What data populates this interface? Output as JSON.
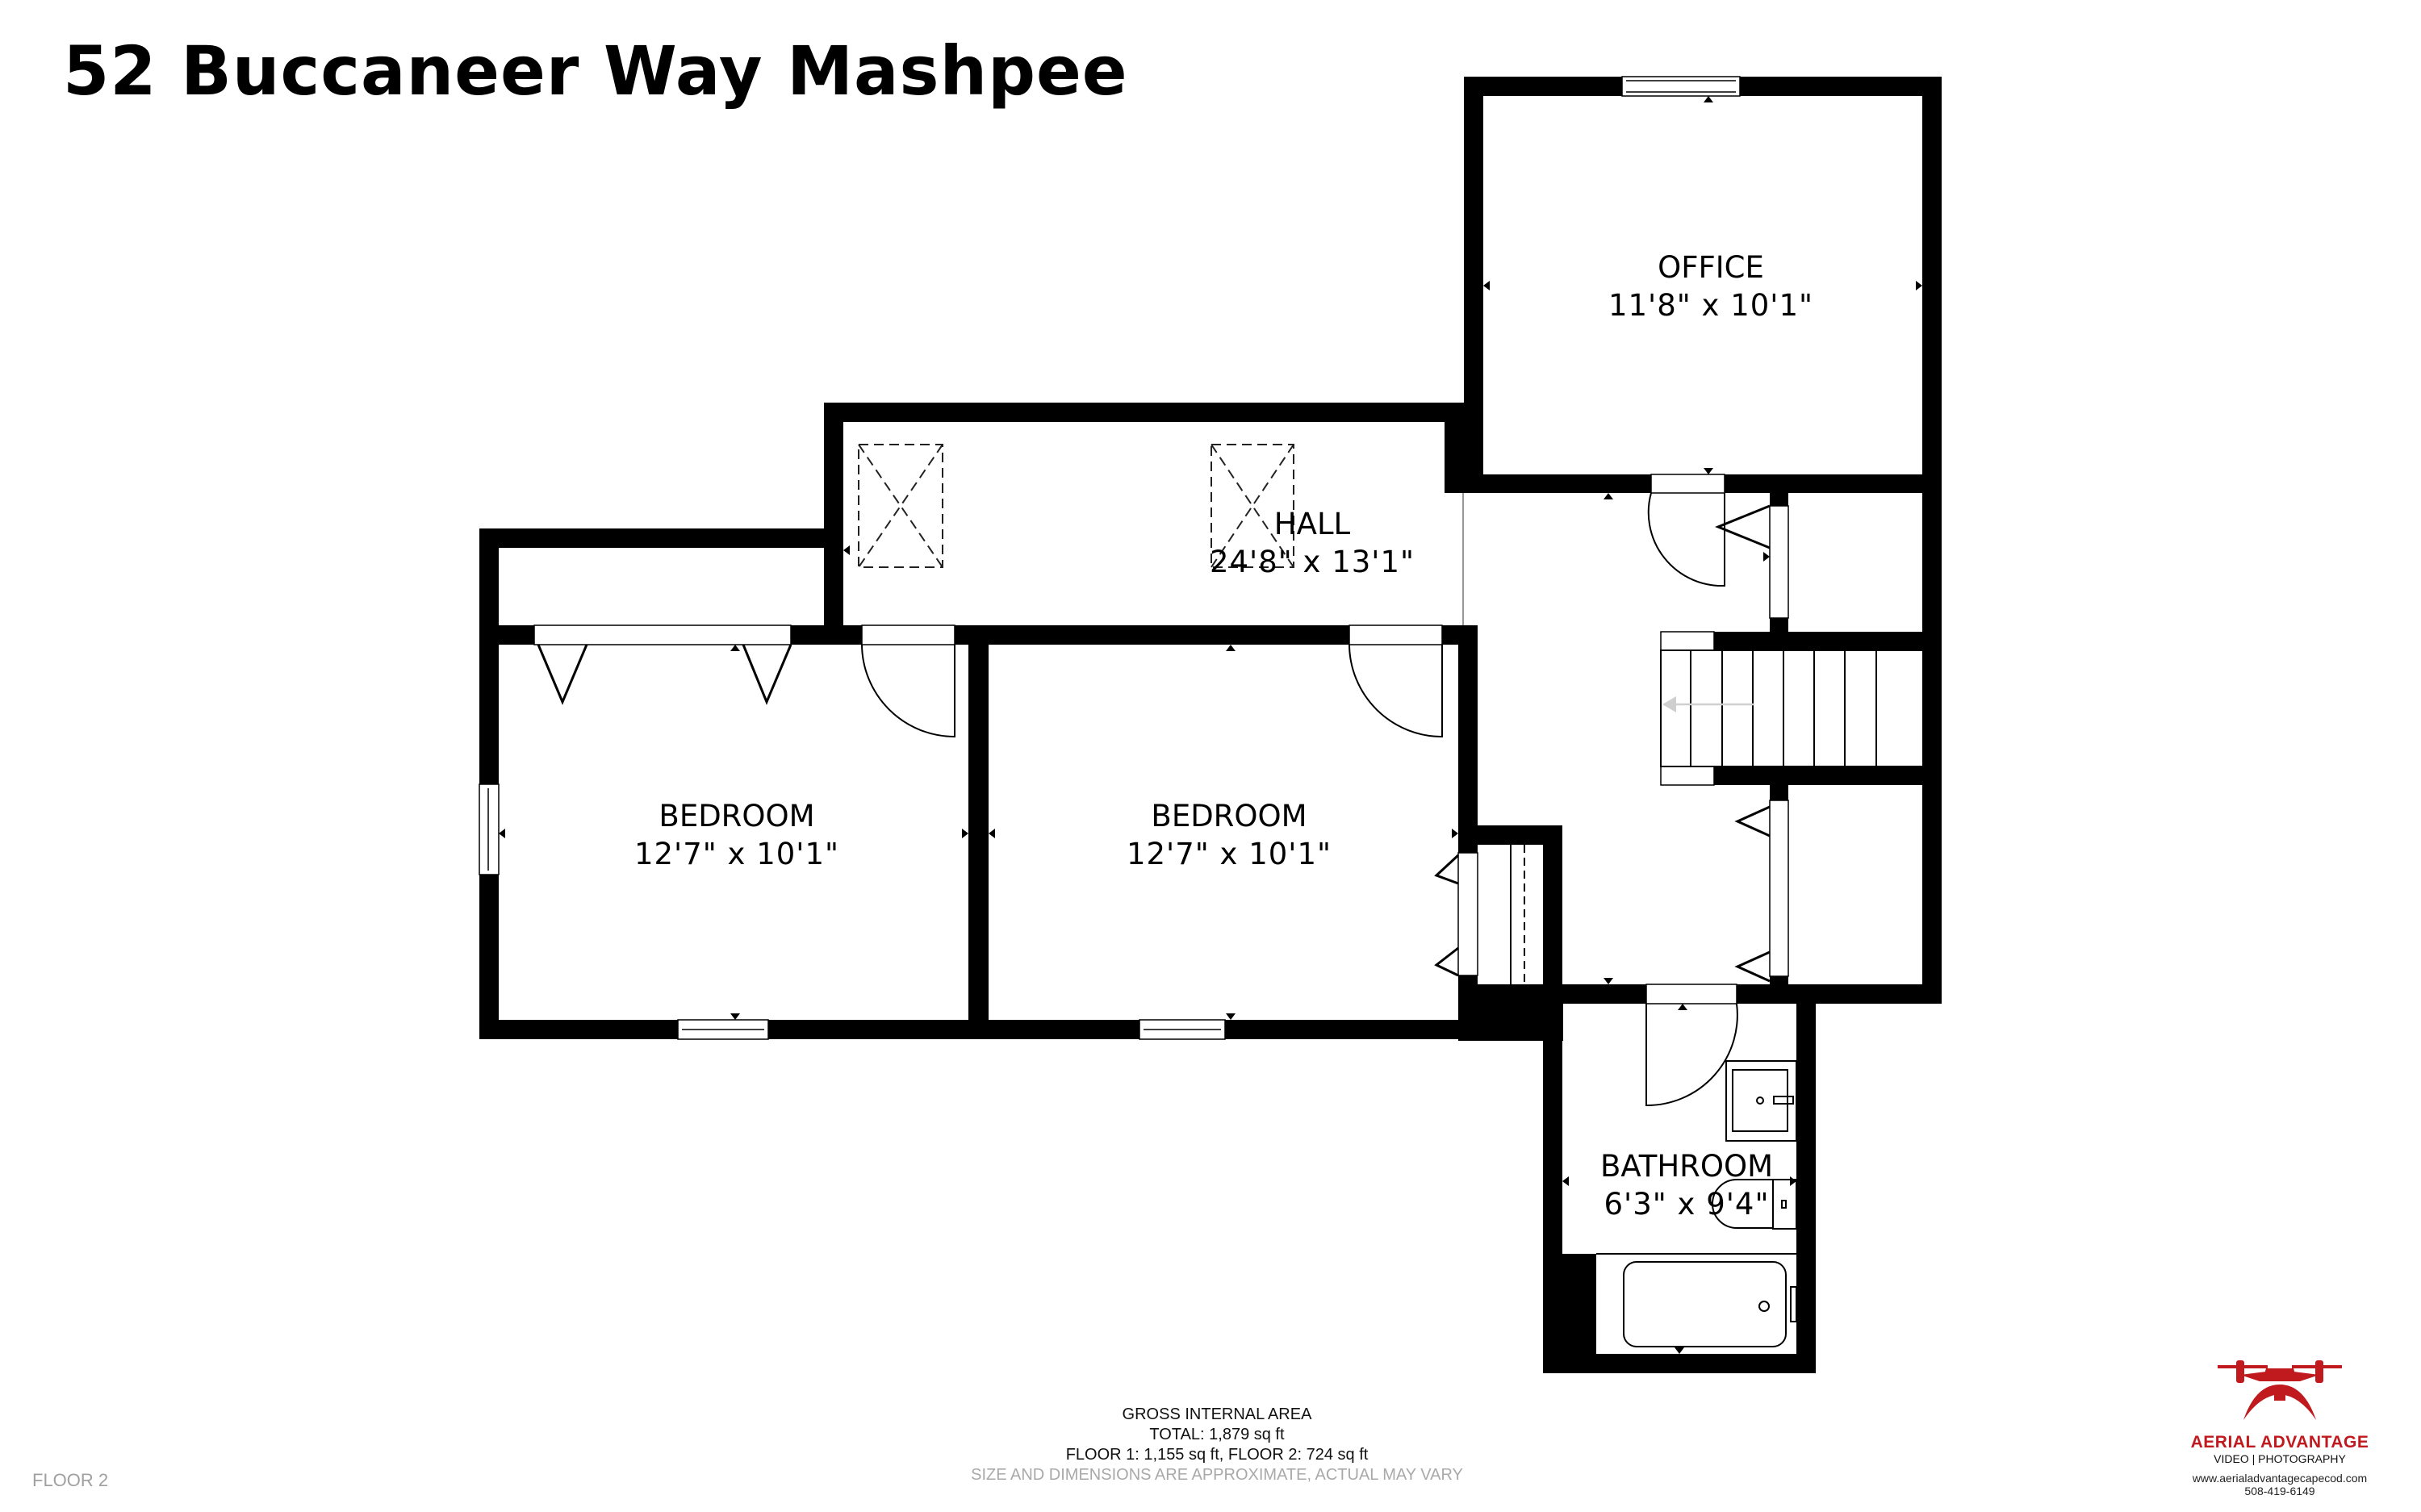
{
  "header": {
    "title": "52 Buccaneer Way Mashpee"
  },
  "floor": {
    "label": "FLOOR 2"
  },
  "rooms": [
    {
      "name": "OFFICE",
      "dims": "11'8\" x 10'1\""
    },
    {
      "name": "HALL",
      "dims": "24'8\" x 13'1\""
    },
    {
      "name": "BEDROOM",
      "dims": "12'7\" x 10'1\""
    },
    {
      "name": "BEDROOM",
      "dims": "12'7\" x 10'1\""
    },
    {
      "name": "BATHROOM",
      "dims": "6'3\" x 9'4\""
    }
  ],
  "area": {
    "heading": "GROSS INTERNAL AREA",
    "total": "TOTAL: 1,879 sq ft",
    "floors": "FLOOR 1: 1,155 sq ft, FLOOR 2: 724 sq ft",
    "disclaimer": "SIZE AND DIMENSIONS ARE APPROXIMATE, ACTUAL MAY VARY"
  },
  "branding": {
    "icon": "drone-icon",
    "name": "AERIAL ADVANTAGE",
    "tagline": "VIDEO | PHOTOGRAPHY",
    "website": "www.aerialadvantagecapecod.com",
    "phone": "508-419-6149",
    "accent_color": "#c0191e"
  },
  "colors": {
    "wall": "#000000",
    "background": "#ffffff",
    "fixture_line": "#000000",
    "stair_arrow": "#cfcfcf"
  }
}
